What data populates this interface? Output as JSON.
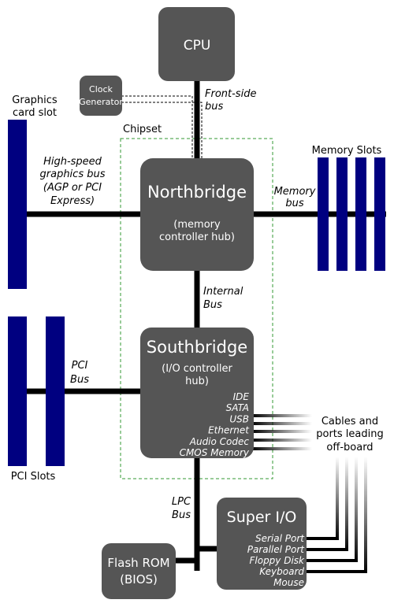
{
  "colors": {
    "chip": "#555555",
    "slot": "#000080",
    "bus": "#000000",
    "chipset_outline": "#339933"
  },
  "chips": {
    "cpu": "CPU",
    "clock": [
      "Clock",
      "Generator"
    ],
    "northbridge": {
      "title": "Northbridge",
      "sub": [
        "(memory",
        "controller hub)"
      ]
    },
    "southbridge": {
      "title": "Southbridge",
      "sub": [
        "(I/O controller",
        "hub)"
      ],
      "ports": [
        "IDE",
        "SATA",
        "USB",
        "Ethernet",
        "Audio Codec",
        "CMOS Memory"
      ]
    },
    "super_io": {
      "title": "Super I/O",
      "ports": [
        "Serial Port",
        "Parallel Port",
        "Floppy Disk",
        "Keyboard",
        "Mouse"
      ]
    },
    "flash": [
      "Flash ROM",
      "(BIOS)"
    ]
  },
  "labels": {
    "chipset": "Chipset",
    "graphics_slot": [
      "Graphics",
      "card slot"
    ],
    "memory_slots": "Memory Slots",
    "pci_slots": "PCI Slots",
    "cables": [
      "Cables and",
      "ports leading",
      "off-board"
    ]
  },
  "buses": {
    "front_side": [
      "Front-side",
      "bus"
    ],
    "graphics": [
      "High-speed",
      "graphics bus",
      "(AGP or PCI",
      "Express)"
    ],
    "memory": [
      "Memory",
      "bus"
    ],
    "internal": [
      "Internal",
      "Bus"
    ],
    "pci": [
      "PCI",
      "Bus"
    ],
    "lpc": [
      "LPC",
      "Bus"
    ]
  }
}
